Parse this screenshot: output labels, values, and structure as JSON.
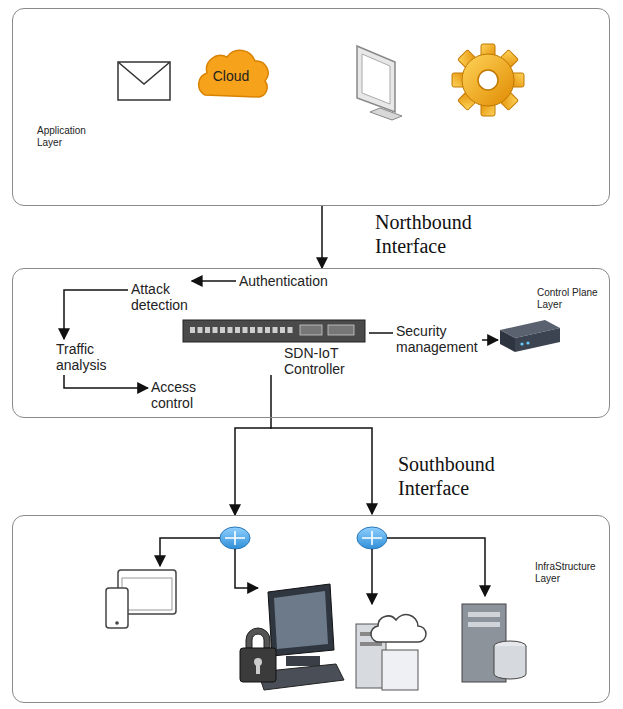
{
  "diagram": {
    "nodes": [
      {
        "text": [
          "Application Layer"
        ]
      },
      {
        "text": [
          "Cloud"
        ],
        "in": 0
      },
      {
        "text": [
          "Control Plane Layer"
        ]
      },
      {
        "text": [
          "Attack detection"
        ],
        "in": 2
      },
      {
        "text": [
          "Authentication"
        ],
        "in": 2
      },
      {
        "text": [
          "Traffic analysis"
        ],
        "in": 2
      },
      {
        "text": [
          "Access control"
        ],
        "in": 2
      },
      {
        "text": [
          "SDN-IoT Controller"
        ],
        "in": 2
      },
      {
        "text": [
          "Security management"
        ],
        "in": 2
      },
      {
        "text": [
          "InfraStructure Layer"
        ]
      }
    ],
    "edges": [
      {
        "from": 4,
        "to": 3,
        "arrow": "to"
      },
      {
        "from": 3,
        "to": 5,
        "arrow": "to"
      },
      {
        "from": 5,
        "to": 6,
        "arrow": "to"
      },
      {
        "from": 7,
        "to": 8,
        "arrow": "none"
      },
      {
        "from": 0,
        "to": 2,
        "arrow": "to"
      },
      {
        "from": 7,
        "to": 9,
        "arrow": "to"
      }
    ],
    "labels": [
      "Northbound Interface",
      "Southbound Interface"
    ]
  }
}
